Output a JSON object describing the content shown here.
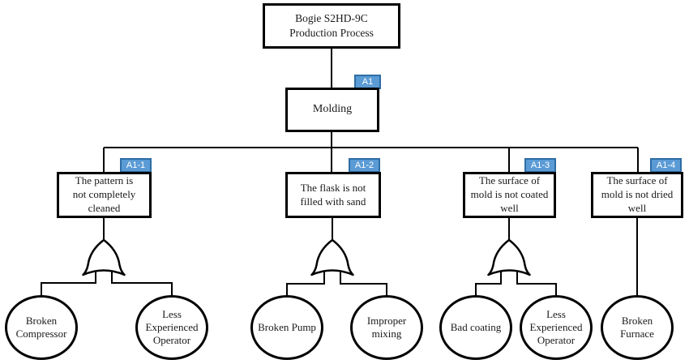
{
  "diagram_type": "fault-tree",
  "colors": {
    "line": "#000000",
    "tag_fill": "#5b9bd5",
    "tag_border": "#2e6da4",
    "tag_text": "#ffffff"
  },
  "top_event": {
    "label": "Bogie S2HD-9C\nProduction Process"
  },
  "intermediate_event": {
    "label": "Molding",
    "tag": "A1"
  },
  "branches": [
    {
      "tag": "A1-1",
      "label": "The pattern is\nnot completely\ncleaned",
      "gate": "or"
    },
    {
      "tag": "A1-2",
      "label": "The flask is not\nfilled with sand",
      "gate": "or"
    },
    {
      "tag": "A1-3",
      "label": "The surface of\nmold is not coated\nwell",
      "gate": "or"
    },
    {
      "tag": "A1-4",
      "label": "The surface of\nmold is not dried\nwell",
      "gate": "none"
    }
  ],
  "basic_events": [
    {
      "label": "Broken\nCompressor",
      "branch": "A1-1"
    },
    {
      "label": "Less\nExperienced\nOperator",
      "branch": "A1-1"
    },
    {
      "label": "Broken Pump",
      "branch": "A1-2"
    },
    {
      "label": "Improper\nmixing",
      "branch": "A1-2"
    },
    {
      "label": "Bad coating",
      "branch": "A1-3"
    },
    {
      "label": "Less\nExperienced\nOperator",
      "branch": "A1-3"
    },
    {
      "label": "Broken\nFurnace",
      "branch": "A1-4"
    }
  ]
}
